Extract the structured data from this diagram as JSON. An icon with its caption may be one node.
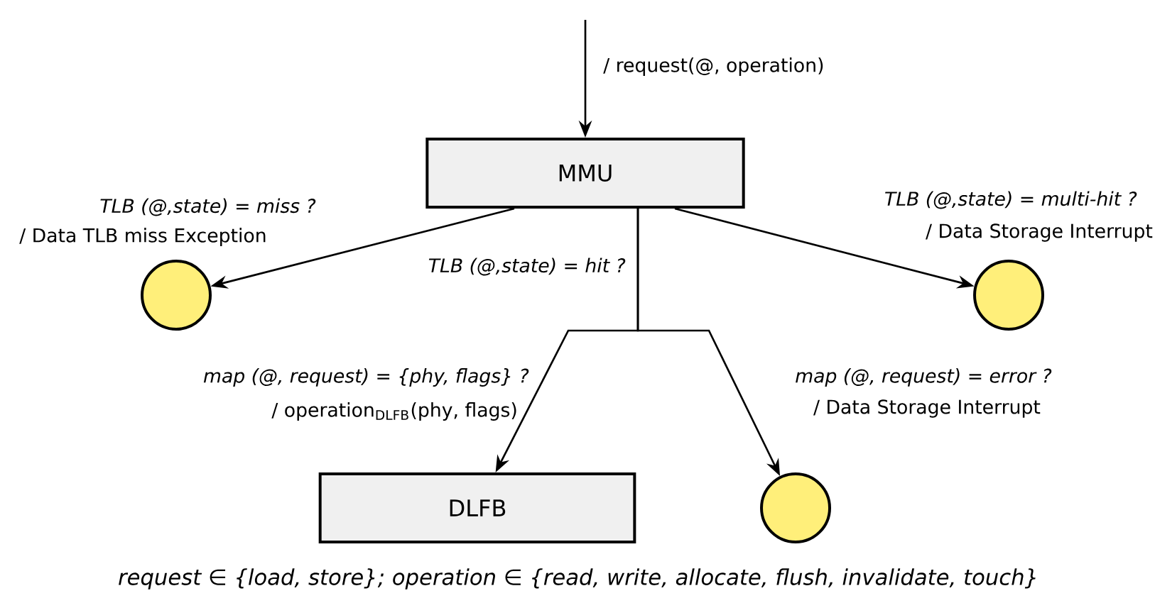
{
  "diagram": {
    "caption": "request ∈ {load, store}; operation ∈ {read, write, allocate, flush, invalidate, touch}",
    "nodes": [
      {
        "text": [
          "MMU"
        ]
      },
      {
        "text": [],
        "shape": "circle"
      },
      {
        "text": [],
        "shape": "circle"
      },
      {
        "text": [
          "DLFB"
        ]
      },
      {
        "text": [],
        "shape": "circle"
      }
    ],
    "edges": [
      {
        "from": null,
        "to": 0,
        "arrow": "to",
        "label": "/ request(@, operation)"
      },
      {
        "from": 0,
        "to": 1,
        "arrow": "to",
        "label": "TLB (@,state) = miss ?"
      },
      {
        "from": 0,
        "to": 2,
        "arrow": "to",
        "label": "TLB (@,state) = multi-hit ?"
      },
      {
        "from": 0,
        "to": 3,
        "arrow": "to",
        "label": "map (@, request) = {phy, flags} ?"
      },
      {
        "from": 0,
        "to": 4,
        "arrow": "to",
        "label": "map (@, request) = error ?"
      }
    ],
    "labels": [
      "/ Data TLB miss Exception",
      "/ Data Storage Interrupt",
      "TLB (@,state) = hit ?",
      "/ operation$_{DLFB}$(phy, flags)",
      "/ Data Storage Interrupt"
    ]
  }
}
